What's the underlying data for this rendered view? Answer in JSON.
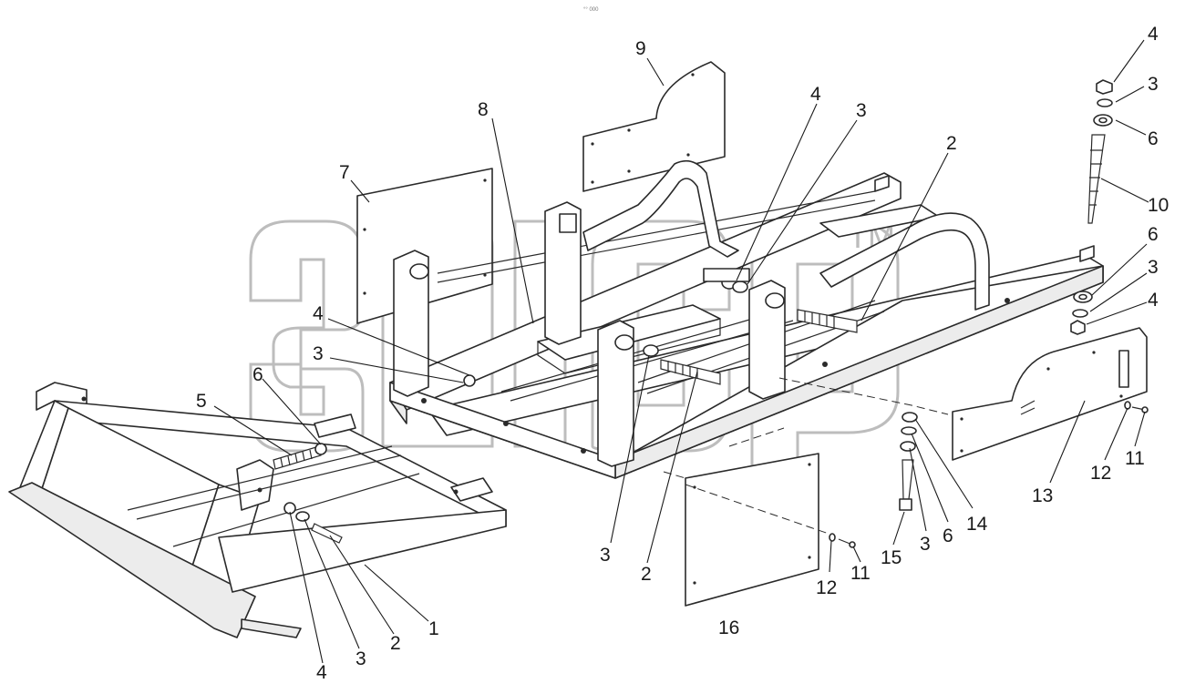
{
  "top_mark": "°° 000",
  "watermark": {
    "trademark": "TM"
  },
  "callouts": [
    {
      "label": "9"
    },
    {
      "label": "8"
    },
    {
      "label": "7"
    },
    {
      "label": "4"
    },
    {
      "label": "3"
    },
    {
      "label": "2"
    },
    {
      "label": "4"
    },
    {
      "label": "3"
    },
    {
      "label": "6"
    },
    {
      "label": "10"
    },
    {
      "label": "6"
    },
    {
      "label": "3"
    },
    {
      "label": "4"
    },
    {
      "label": "4"
    },
    {
      "label": "3"
    },
    {
      "label": "5"
    },
    {
      "label": "6"
    },
    {
      "label": "3"
    },
    {
      "label": "2"
    },
    {
      "label": "13"
    },
    {
      "label": "12"
    },
    {
      "label": "11"
    },
    {
      "label": "14"
    },
    {
      "label": "6"
    },
    {
      "label": "3"
    },
    {
      "label": "15"
    },
    {
      "label": "12"
    },
    {
      "label": "11"
    },
    {
      "label": "16"
    },
    {
      "label": "1"
    },
    {
      "label": "2"
    },
    {
      "label": "3"
    },
    {
      "label": "4"
    }
  ]
}
